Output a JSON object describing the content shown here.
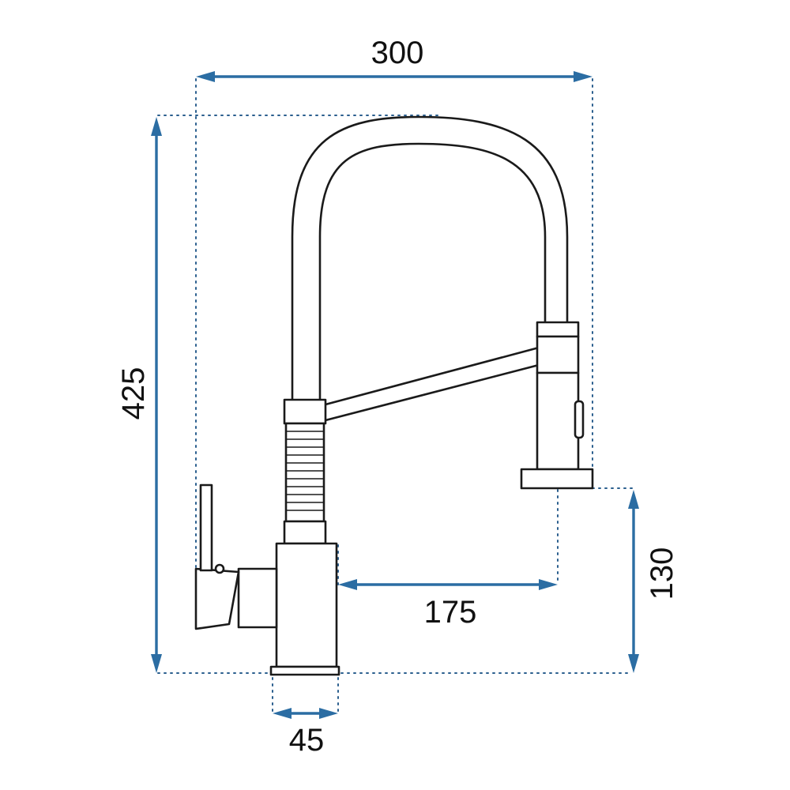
{
  "dimensions": {
    "overall_width": "300",
    "overall_height": "425",
    "spout_reach": "175",
    "spout_height": "130",
    "base_diameter": "45"
  },
  "colors": {
    "dimension_arrow": "#2b6da3",
    "guide_dots": "#2b5f8e",
    "outline": "#1a1a1a"
  }
}
